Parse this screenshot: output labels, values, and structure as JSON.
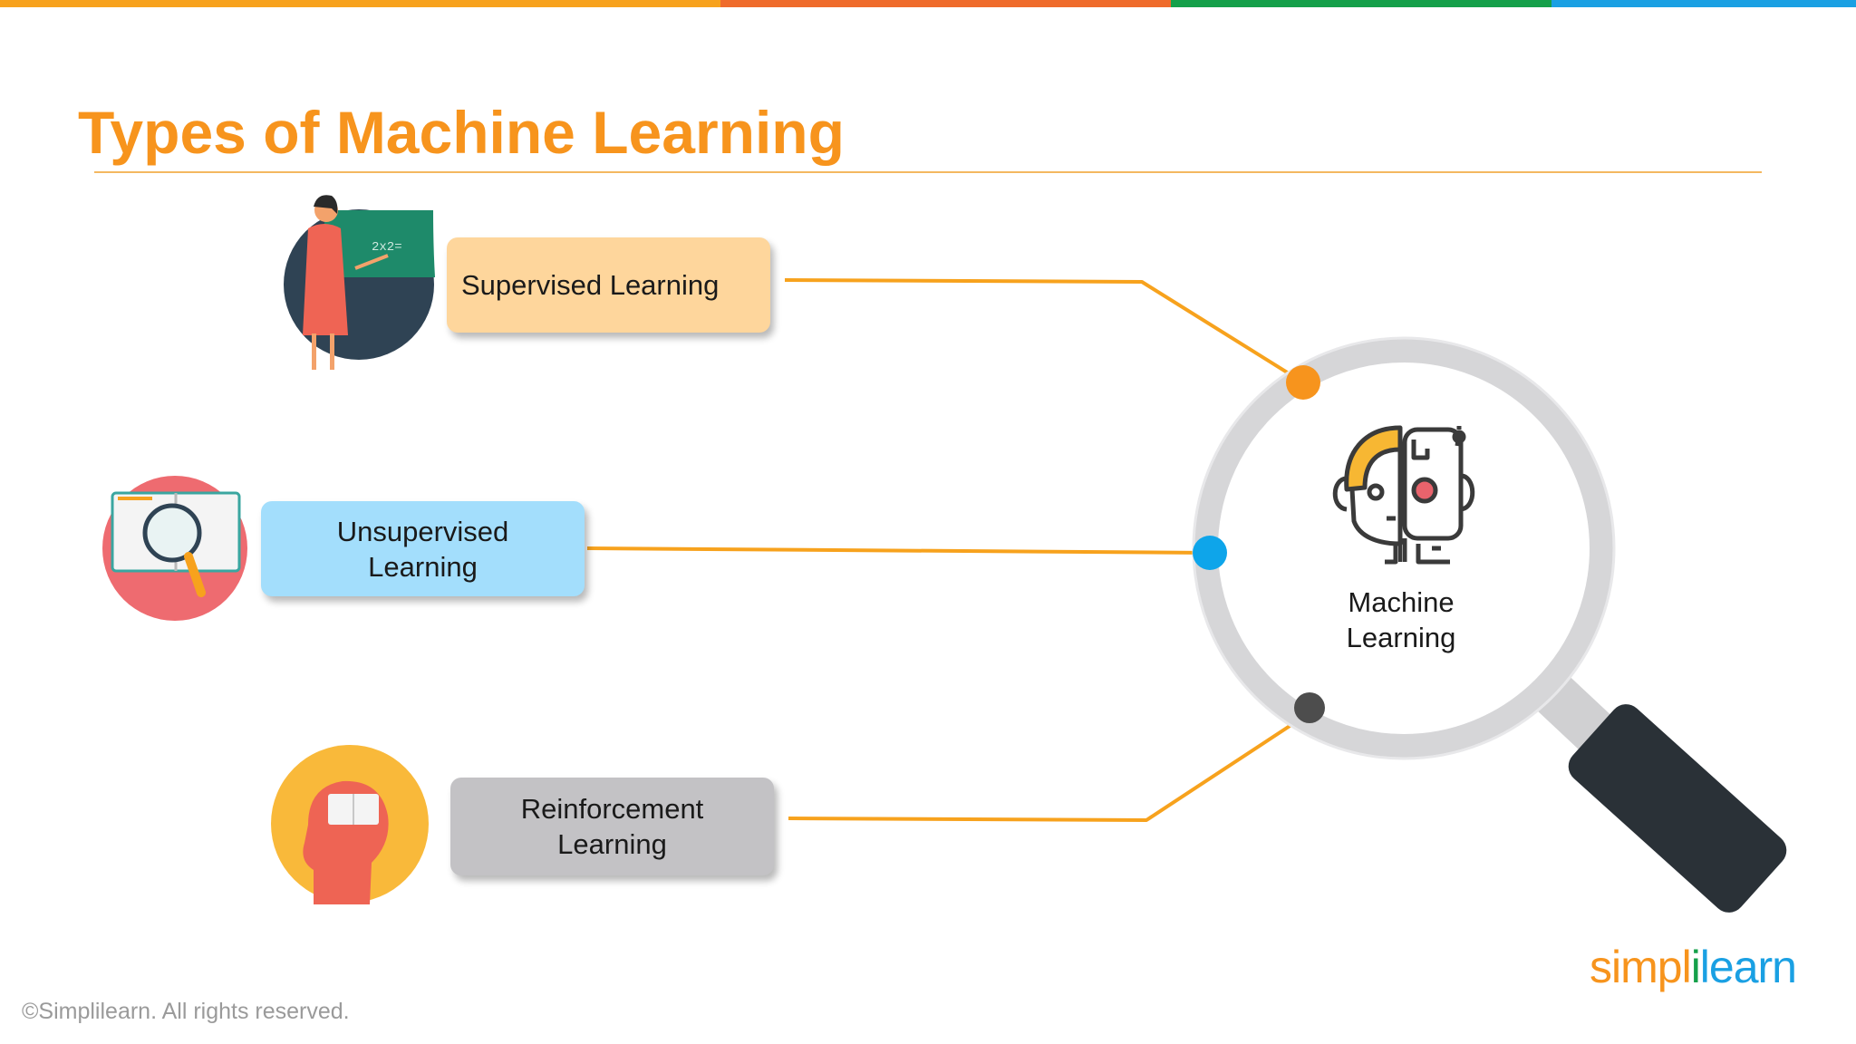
{
  "slide": {
    "title": "Types of Machine Learning",
    "copyright": "©Simplilearn. All rights reserved.",
    "brand": {
      "part1": "simpl",
      "part2": "i",
      "part3": "learn"
    }
  },
  "center": {
    "line1": "Machine",
    "line2": "Learning"
  },
  "branches": [
    {
      "line1": "Supervised Learning",
      "line2": "",
      "color": "#fed69c",
      "dot_color": "#f7941d",
      "icon": "teacher-icon"
    },
    {
      "line1": "Unsupervised",
      "line2": "Learning",
      "color": "#a3defc",
      "dot_color": "#0ea5ea",
      "icon": "book-magnifier-icon"
    },
    {
      "line1": "Reinforcement",
      "line2": "Learning",
      "color": "#c3c2c5",
      "dot_color": "#4d4d4d",
      "icon": "head-book-icon"
    }
  ],
  "colors": {
    "accent": "#f7941d",
    "connector": "#f7a21d",
    "top_bar": [
      "#f7a21d",
      "#ef6b2b",
      "#15a04a",
      "#1aa0e3"
    ]
  }
}
